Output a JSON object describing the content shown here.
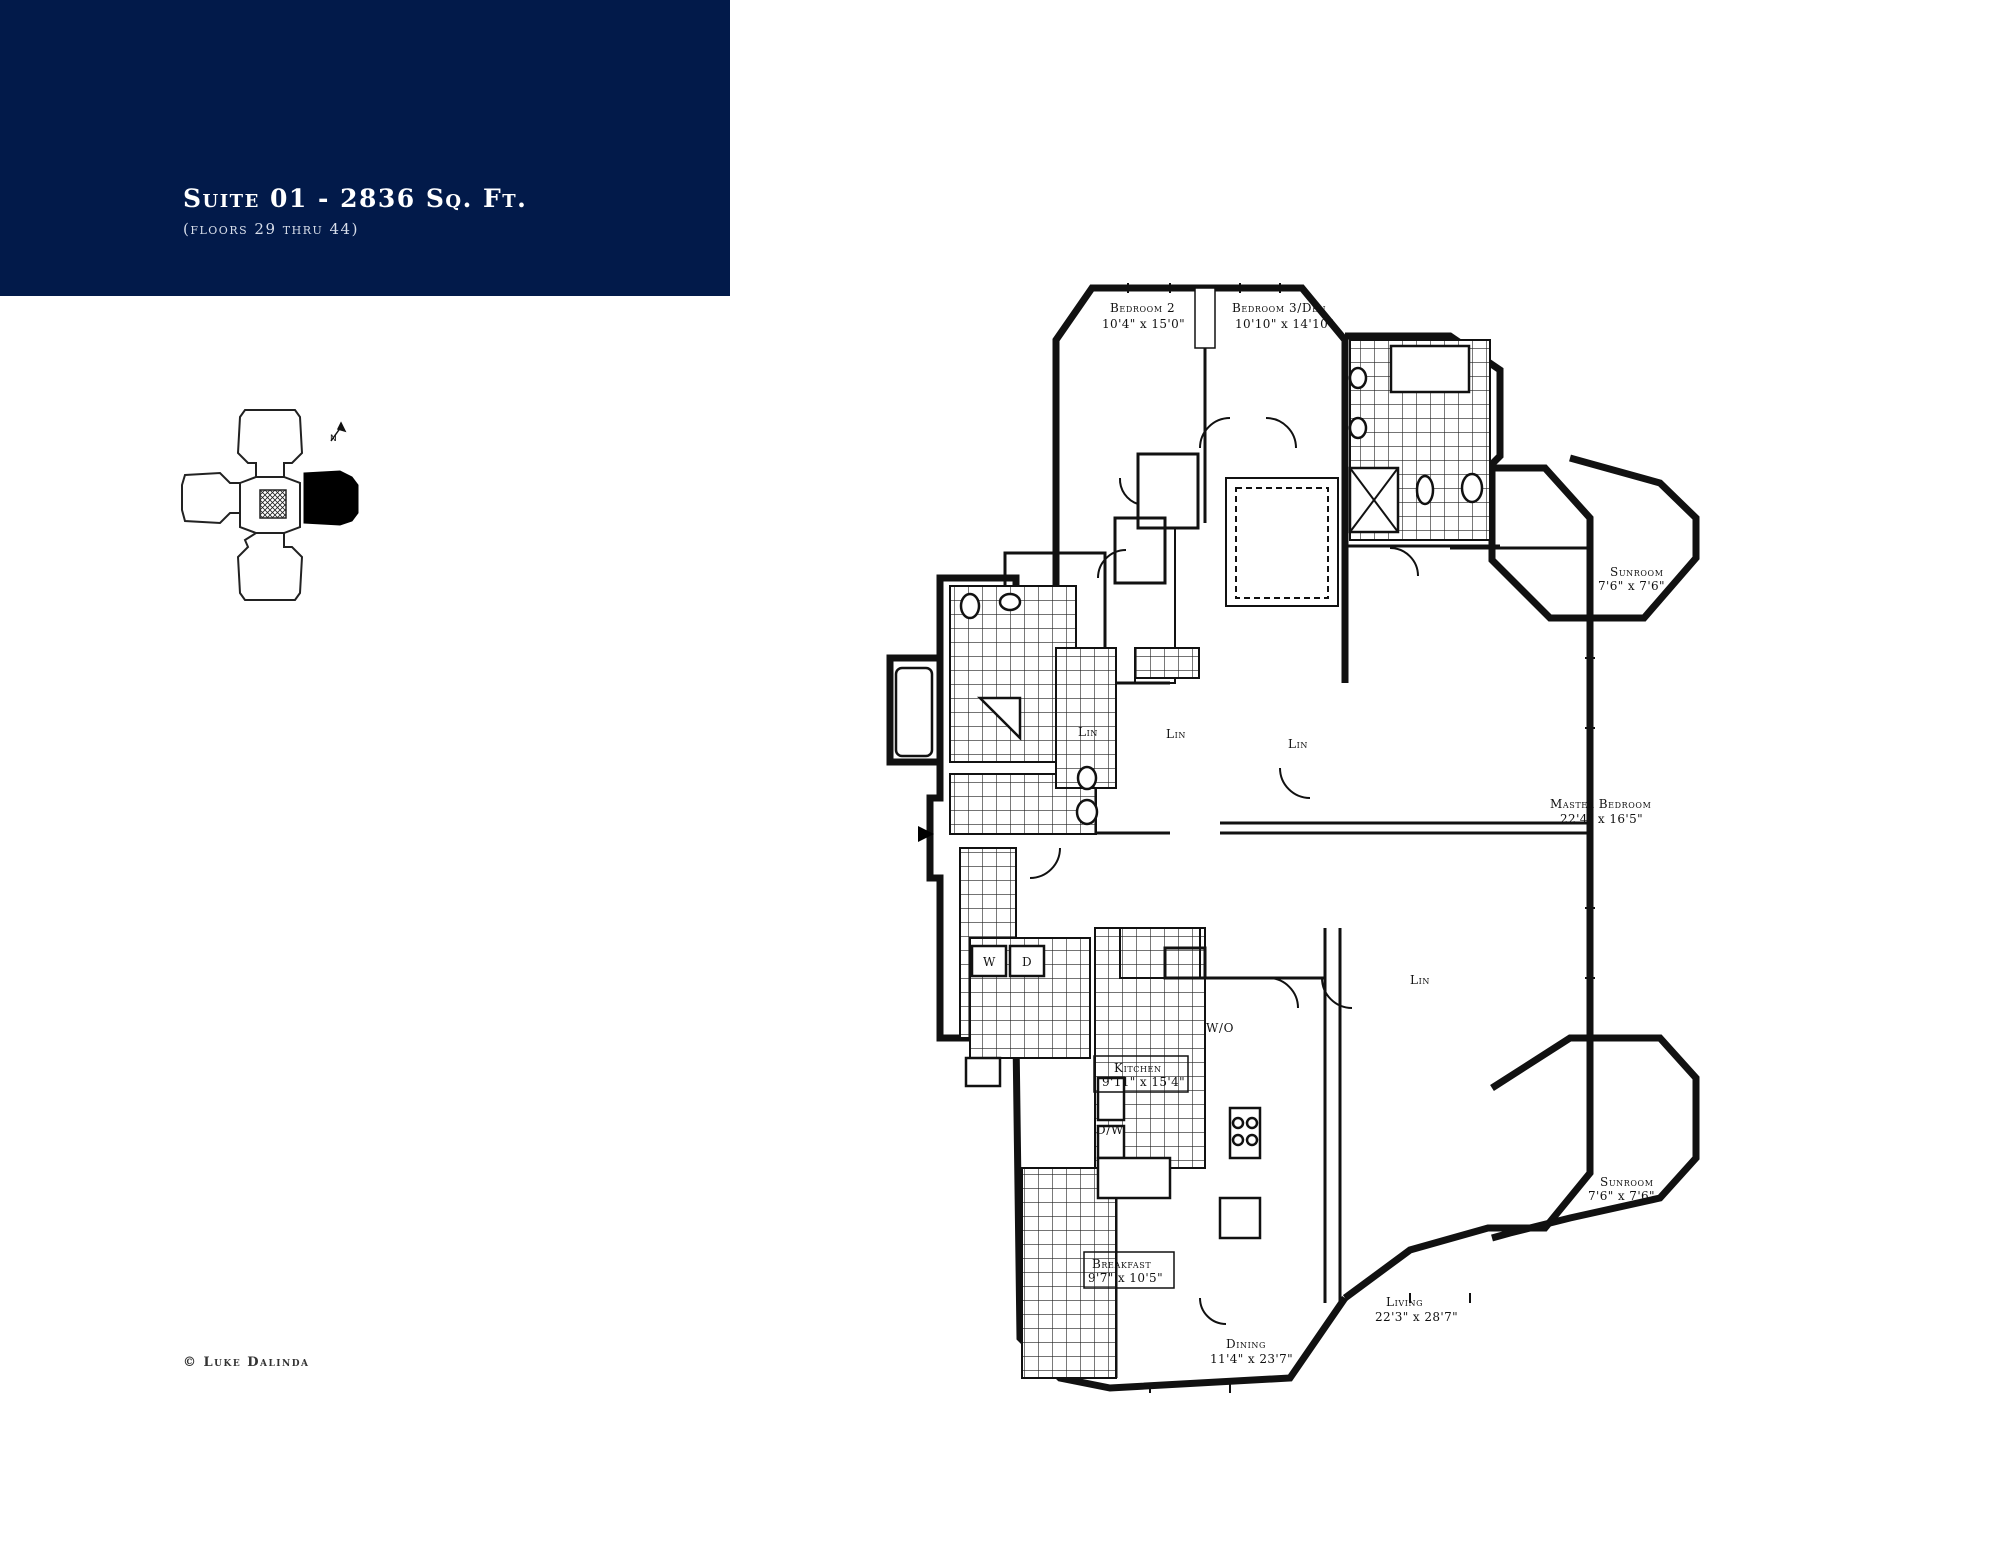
{
  "header": {
    "title": "Suite 01 - 2836 Sq. Ft.",
    "subtitle": "(floors 29 thru 44)"
  },
  "copyright": "© Luke Dalinda",
  "colors": {
    "header_band": "#021a4a",
    "walls": "#111111",
    "background": "#ffffff"
  },
  "rooms": {
    "bedroom2": {
      "name": "Bedroom 2",
      "size": "10'4\" x 15'0\""
    },
    "bedroom3": {
      "name": "Bedroom 3/Den",
      "size": "10'10\" x 14'10\""
    },
    "sunroom_upper": {
      "name": "Sunroom",
      "size": "7'6\" x 7'6\""
    },
    "master": {
      "name": "Master Bedroom",
      "size": "22'4\" x 16'5\""
    },
    "kitchen": {
      "name": "Kitchen",
      "size": "9'11\" x 15'4\""
    },
    "breakfast": {
      "name": "Breakfast",
      "size": "9'7\" x 10'5\""
    },
    "dining": {
      "name": "Dining",
      "size": "11'4\" x 23'7\""
    },
    "living": {
      "name": "Living",
      "size": "22'3\" x 28'7\""
    },
    "sunroom_lower": {
      "name": "Sunroom",
      "size": "7'6\" x 7'6\""
    }
  },
  "fixtures": {
    "linen": "Lin",
    "washer": "W",
    "dryer": "D",
    "walk_in": "W/O",
    "dishwasher": "D/W"
  },
  "icons": {
    "north_arrow": "north-arrow-icon",
    "entry_arrow": "entry-arrow-icon"
  }
}
